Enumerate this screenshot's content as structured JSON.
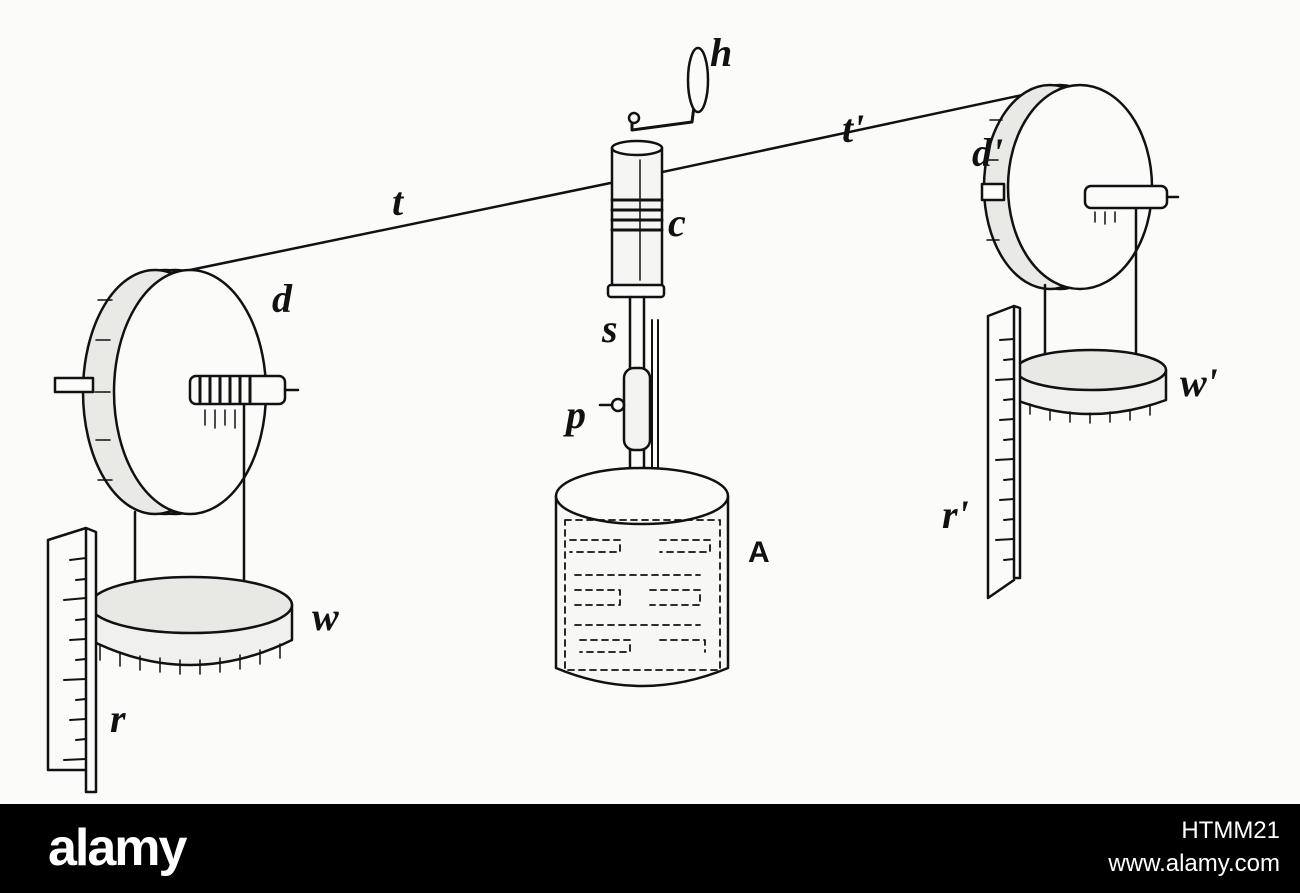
{
  "labels": {
    "h": "h",
    "t_left": "t",
    "t_right": "t'",
    "c": "c",
    "d_left": "d",
    "d_right": "d'",
    "s": "s",
    "p": "p",
    "A": "A",
    "w_left": "w",
    "w_right": "w'",
    "r_left": "r",
    "r_right": "r'"
  },
  "footer": {
    "brand": "alamy",
    "image_id": "HTMM21",
    "site": "www.alamy.com"
  },
  "colors": {
    "ink": "#111111",
    "paper": "#fbfbfa",
    "footer_bg": "#000000",
    "footer_text": "#ffffff"
  }
}
